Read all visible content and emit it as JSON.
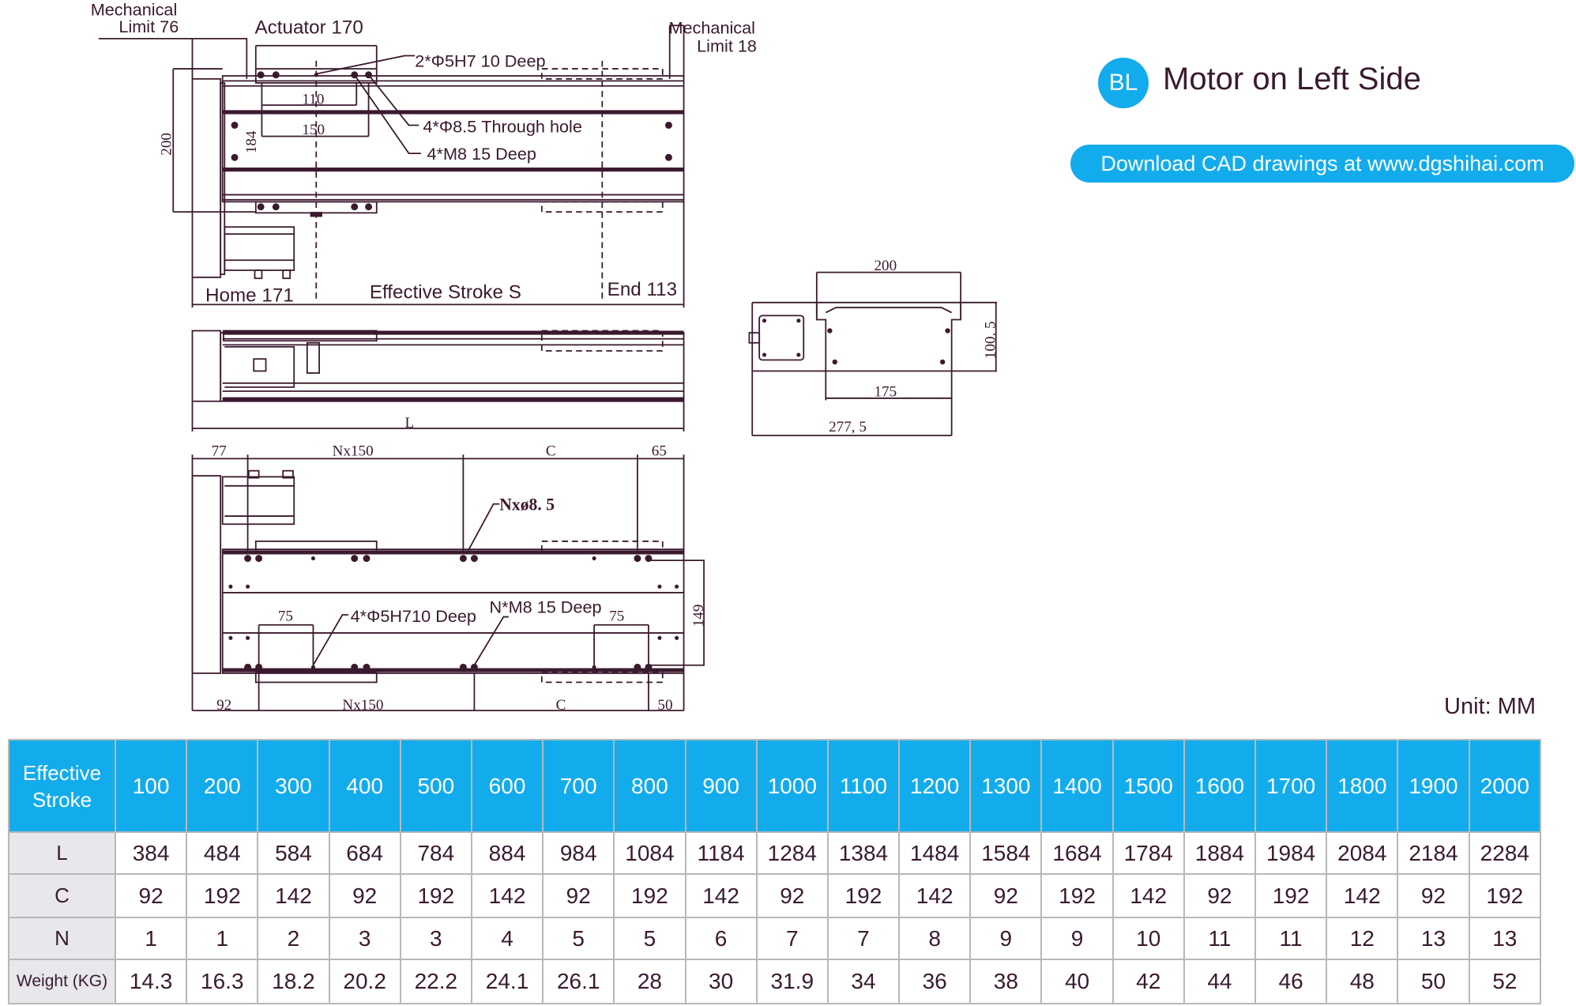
{
  "header": {
    "badge": "BL",
    "title": "Motor on Left Side",
    "download_label": "Download CAD drawings at www.dgshihai.com",
    "unit": "Unit: MM"
  },
  "colors": {
    "accent": "#12aced",
    "line": "#3b1a2e",
    "row_header_bg": "#e8e8ec"
  },
  "drawing": {
    "top_view": {
      "mech_limit_left_1": "Mechanical",
      "mech_limit_left_2": "Limit 76",
      "actuator": "Actuator 170",
      "mech_limit_right_1": "Mechanical",
      "mech_limit_right_2": "Limit 18",
      "pin_holes": "2*Φ5H7  10 Deep",
      "through_holes": "4*Φ8.5 Through hole",
      "threaded_holes": "4*M8  15 Deep",
      "dim_110": "110",
      "dim_150": "150",
      "dim_200": "200",
      "dim_184": "184",
      "home": "Home 171",
      "stroke": "Effective Stroke S",
      "end": "End 113"
    },
    "side_view": {
      "length": "L"
    },
    "bottom_view": {
      "top_dims": [
        "77",
        "Nx150",
        "C",
        "65"
      ],
      "bottom_dims": [
        "92",
        "Nx150",
        "C",
        "50"
      ],
      "holes": "Nxø8. 5",
      "pin_holes": "4*Φ5H710 Deep",
      "threaded": "N*M8 15 Deep",
      "dim_75_left": "75",
      "dim_75_right": "75",
      "dim_149": "149"
    },
    "end_view": {
      "width": "200",
      "base": "175",
      "overall": "277, 5",
      "height": "100. 5"
    }
  },
  "table": {
    "header_label_1": "Effective",
    "header_label_2": "Stroke",
    "strokes": [
      "100",
      "200",
      "300",
      "400",
      "500",
      "600",
      "700",
      "800",
      "900",
      "1000",
      "1100",
      "1200",
      "1300",
      "1400",
      "1500",
      "1600",
      "1700",
      "1800",
      "1900",
      "2000"
    ],
    "rows": [
      {
        "label": "L",
        "values": [
          "384",
          "484",
          "584",
          "684",
          "784",
          "884",
          "984",
          "1084",
          "1184",
          "1284",
          "1384",
          "1484",
          "1584",
          "1684",
          "1784",
          "1884",
          "1984",
          "2084",
          "2184",
          "2284"
        ]
      },
      {
        "label": "C",
        "values": [
          "92",
          "192",
          "142",
          "92",
          "192",
          "142",
          "92",
          "192",
          "142",
          "92",
          "192",
          "142",
          "92",
          "192",
          "142",
          "92",
          "192",
          "142",
          "92",
          "192"
        ]
      },
      {
        "label": "N",
        "values": [
          "1",
          "1",
          "2",
          "3",
          "3",
          "4",
          "5",
          "5",
          "6",
          "7",
          "7",
          "8",
          "9",
          "9",
          "10",
          "11",
          "11",
          "12",
          "13",
          "13"
        ]
      },
      {
        "label": "Weight (KG)",
        "values": [
          "14.3",
          "16.3",
          "18.2",
          "20.2",
          "22.2",
          "24.1",
          "26.1",
          "28",
          "30",
          "31.9",
          "34",
          "36",
          "38",
          "40",
          "42",
          "44",
          "46",
          "48",
          "50",
          "52"
        ]
      }
    ]
  }
}
